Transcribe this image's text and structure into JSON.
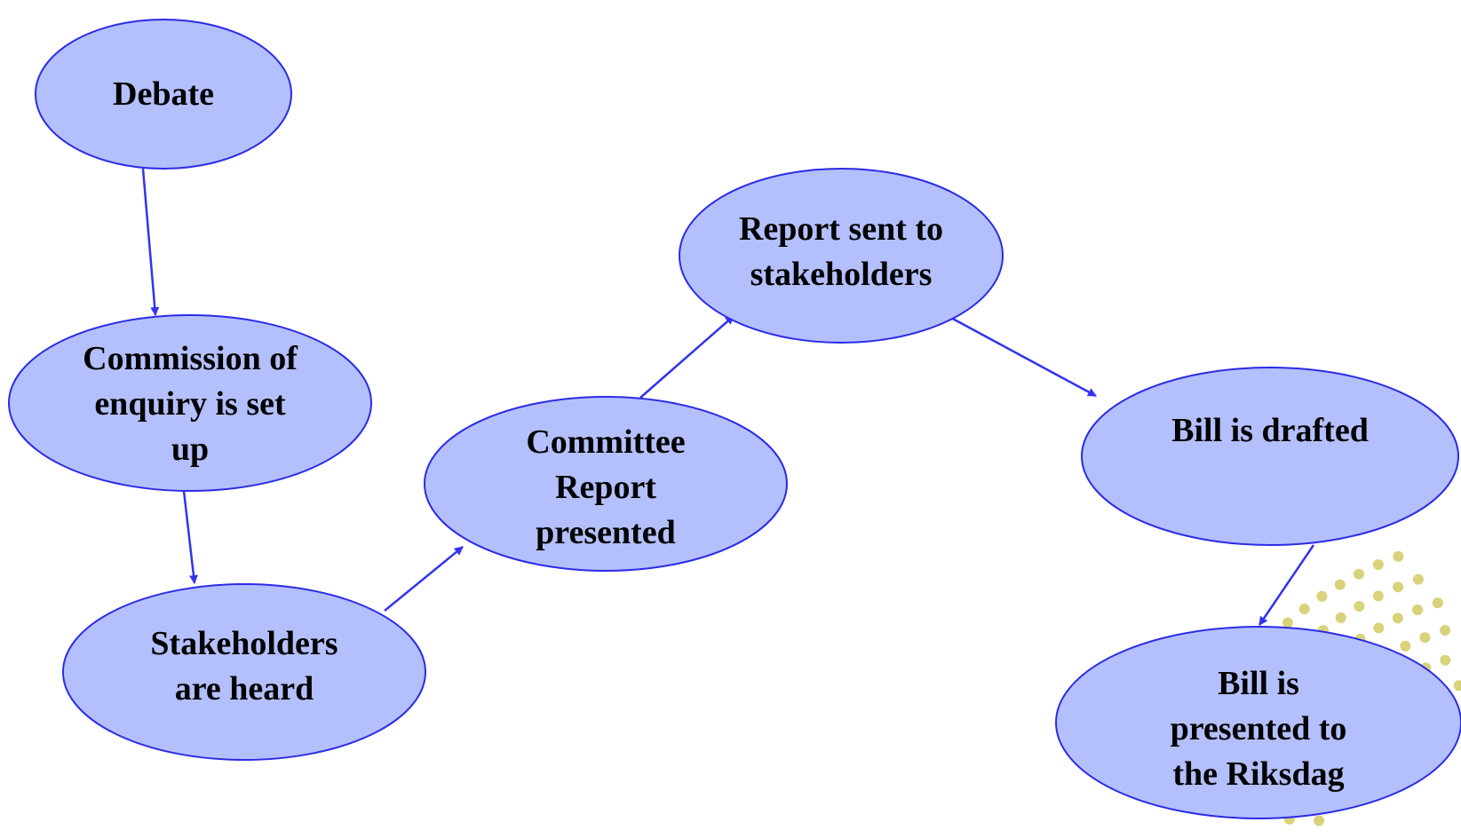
{
  "colors": {
    "node_fill": "#b4c0fd",
    "node_stroke": "#2b2be6",
    "arrow": "#3333ee",
    "dots": "#d8d27a",
    "text": "#000000"
  },
  "nodes": [
    {
      "id": "debate",
      "label": "Debate"
    },
    {
      "id": "commission",
      "label": "Commission of\nenquiry is set\nup"
    },
    {
      "id": "stakeholders-heard",
      "label": "Stakeholders\nare heard"
    },
    {
      "id": "committee-report",
      "label": "Committee\nReport\npresented"
    },
    {
      "id": "report-sent",
      "label": "Report sent to\nstakeholders"
    },
    {
      "id": "bill-drafted",
      "label": "Bill is drafted"
    },
    {
      "id": "bill-presented",
      "label": "Bill is\npresented to\nthe Riksdag"
    }
  ],
  "edges": [
    {
      "from": "debate",
      "to": "commission"
    },
    {
      "from": "commission",
      "to": "stakeholders-heard"
    },
    {
      "from": "stakeholders-heard",
      "to": "committee-report"
    },
    {
      "from": "committee-report",
      "to": "report-sent"
    },
    {
      "from": "report-sent",
      "to": "bill-drafted"
    },
    {
      "from": "bill-drafted",
      "to": "bill-presented"
    }
  ]
}
